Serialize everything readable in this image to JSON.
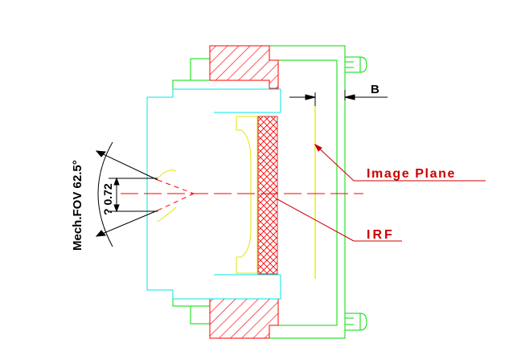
{
  "colors": {
    "background": "#ffffff",
    "housing": "#00dd00",
    "lens_barrel": "#00e5e5",
    "section_hatch": "#ff0000",
    "optics": "#ffff00",
    "dimension": "#000000",
    "leader": "#cc0000"
  },
  "labels": {
    "dimension_b": "B",
    "image_plane": "Image Plane",
    "irf": "IRF",
    "fov": "Mech.FOV 62.5°",
    "diameter": "? 0.72"
  }
}
